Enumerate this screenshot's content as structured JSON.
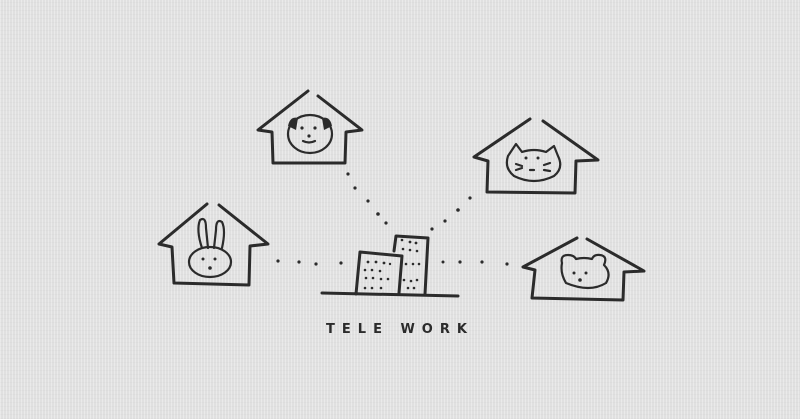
{
  "illustration": {
    "caption": "TELE WORK",
    "background_color": "#e5e5e5",
    "ink_color": "#2b2b2b",
    "houses": [
      {
        "animal": "dog",
        "position": "top-left"
      },
      {
        "animal": "cat",
        "position": "top-right"
      },
      {
        "animal": "rabbit",
        "position": "middle-left"
      },
      {
        "animal": "bear",
        "position": "middle-right"
      }
    ],
    "center": "office-buildings"
  }
}
